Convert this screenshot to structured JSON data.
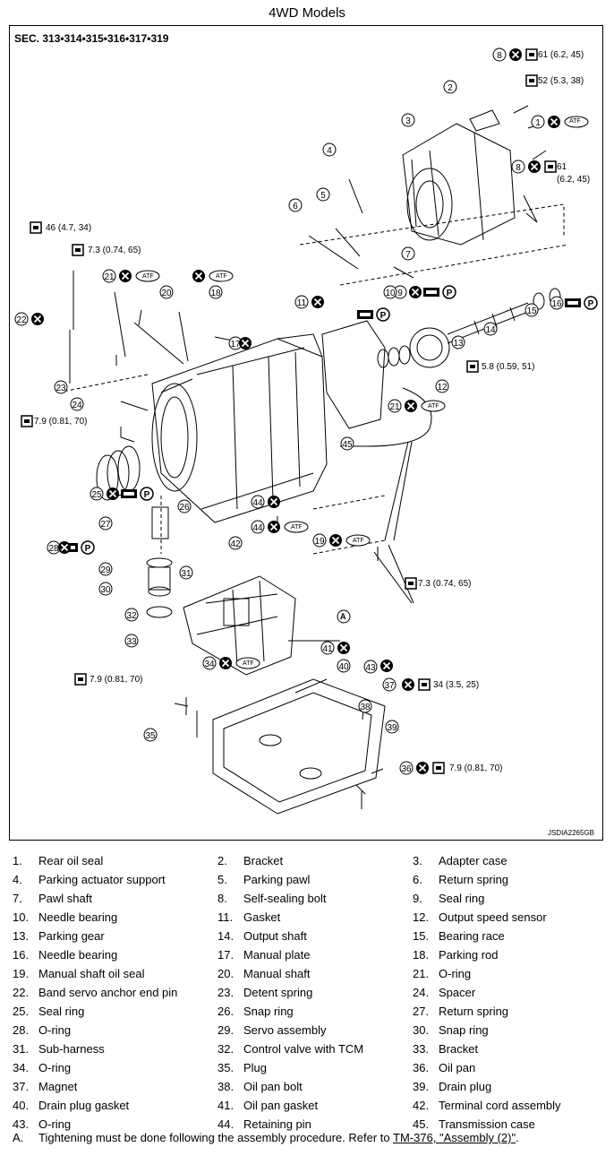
{
  "title": "4WD Models",
  "section": "SEC. 313•314•315•316•317•319",
  "image_code": "JSDIA2265GB",
  "callouts": [
    {
      "id": "c8a",
      "text": "61 (6.2, 45)"
    },
    {
      "id": "c52",
      "text": "52 (5.3, 38)"
    },
    {
      "id": "c1",
      "text": "ATF"
    },
    {
      "id": "c8b1",
      "text": "61"
    },
    {
      "id": "c8b2",
      "text": "(6.2, 45)"
    },
    {
      "id": "c46",
      "text": "46 (4.7, 34)"
    },
    {
      "id": "c73a",
      "text": "7.3 (0.74, 65)"
    },
    {
      "id": "c21a",
      "text": "ATF"
    },
    {
      "id": "c19a",
      "text": "ATF"
    },
    {
      "id": "c58",
      "text": "5.8 (0.59, 51)"
    },
    {
      "id": "c21b",
      "text": "ATF"
    },
    {
      "id": "c79a",
      "text": "7.9 (0.81, 70)"
    },
    {
      "id": "c43",
      "text": "ATF"
    },
    {
      "id": "c19b",
      "text": "ATF"
    },
    {
      "id": "c73b",
      "text": "7.3 (0.74, 65)"
    },
    {
      "id": "c34",
      "text": "ATF"
    },
    {
      "id": "c79b",
      "text": "7.9 (0.81, 70)"
    },
    {
      "id": "c39",
      "text": "34 (3.5, 25)"
    },
    {
      "id": "c36",
      "text": "7.9 (0.81, 70)"
    },
    {
      "id": "cA",
      "text": "A"
    }
  ],
  "parts": [
    [
      "1.",
      "Rear oil seal",
      "2.",
      "Bracket",
      "3.",
      "Adapter case"
    ],
    [
      "4.",
      "Parking actuator support",
      "5.",
      "Parking pawl",
      "6.",
      "Return spring"
    ],
    [
      "7.",
      "Pawl shaft",
      "8.",
      "Self-sealing bolt",
      "9.",
      "Seal ring"
    ],
    [
      "10.",
      "Needle bearing",
      "11.",
      "Gasket",
      "12.",
      "Output speed sensor"
    ],
    [
      "13.",
      "Parking gear",
      "14.",
      "Output shaft",
      "15.",
      "Bearing race"
    ],
    [
      "16.",
      "Needle bearing",
      "17.",
      "Manual plate",
      "18.",
      "Parking rod"
    ],
    [
      "19.",
      "Manual shaft oil seal",
      "20.",
      "Manual shaft",
      "21.",
      "O-ring"
    ],
    [
      "22.",
      "Band servo anchor end pin",
      "23.",
      "Detent spring",
      "24.",
      "Spacer"
    ],
    [
      "25.",
      "Seal ring",
      "26.",
      "Snap ring",
      "27.",
      "Return spring"
    ],
    [
      "28.",
      "O-ring",
      "29.",
      "Servo assembly",
      "30.",
      "Snap ring"
    ],
    [
      "31.",
      "Sub-harness",
      "32.",
      "Control valve with TCM",
      "33.",
      "Bracket"
    ],
    [
      "34.",
      "O-ring",
      "35.",
      "Plug",
      "36.",
      "Oil pan"
    ],
    [
      "37.",
      "Magnet",
      "38.",
      "Oil pan bolt",
      "39.",
      "Drain plug"
    ],
    [
      "40.",
      "Drain plug gasket",
      "41.",
      "Oil pan gasket",
      "42.",
      "Terminal cord assembly"
    ],
    [
      "43.",
      "O-ring",
      "44.",
      "Retaining pin",
      "45.",
      "Transmission case"
    ]
  ],
  "note": {
    "letter": "A.",
    "text": "Tightening must be done following the assembly procedure. Refer to ",
    "link": "TM-376, \"Assembly (2)\"",
    "end": "."
  }
}
